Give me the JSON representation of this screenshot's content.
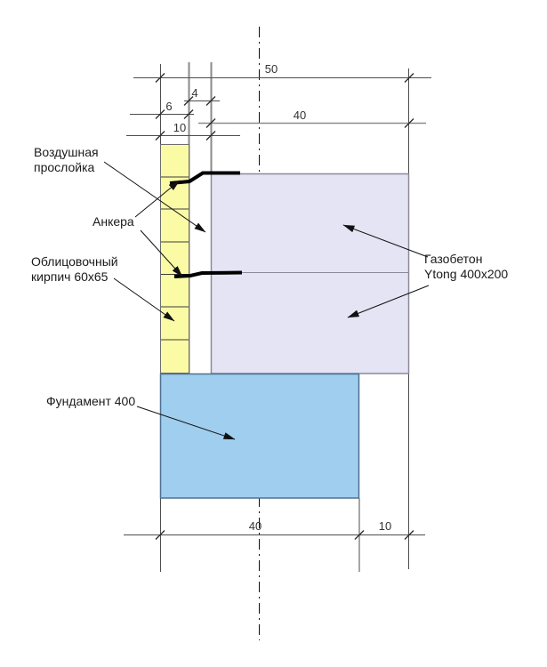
{
  "drawing": {
    "type": "wall-section-construction-detail",
    "labels": {
      "air_gap_1": "Воздушная",
      "air_gap_2": "прослойка",
      "anchors": "Анкера",
      "brick_1": "Облицовочный",
      "brick_2": "кирпич 60x65",
      "gas_1": "Газобетон",
      "gas_2": "Ytong 400x200",
      "foundation": "Фундамент 400"
    },
    "dimensions": {
      "top_total": "50",
      "top_gap": "4",
      "top_brick": "6",
      "top_block": "40",
      "top_brick_plus_gap": "10",
      "bottom_foundation": "40",
      "bottom_offset": "10"
    },
    "colors": {
      "brick_fill": "#fbfba6",
      "block_fill": "#e4e4f4",
      "foundation_fill": "#9fceef",
      "brick_border": "#6e6e6e",
      "joint_line": "#3c3c3c",
      "block_border": "#8a8a9c",
      "foundation_border": "#50708f",
      "thin_line": "#4d4d4d",
      "gray_line": "#8a8a8a",
      "ink": "#111111"
    }
  }
}
